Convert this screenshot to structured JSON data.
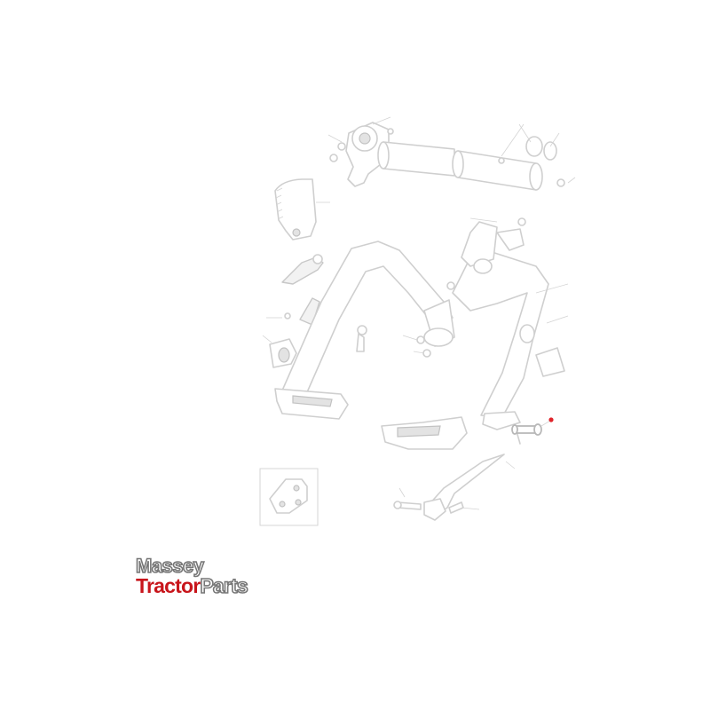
{
  "diagram": {
    "highlight_color": "#e0242b",
    "line_color": "#cfcfcf"
  },
  "brand": {
    "line1": "Massey",
    "line2_a": "Tractor",
    "line2_b": "Parts",
    "accent_color": "#c8151b"
  }
}
